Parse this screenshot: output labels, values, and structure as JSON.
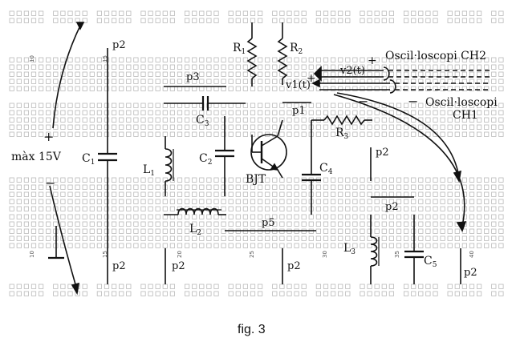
{
  "figure": {
    "caption": "fig. 3",
    "voltage_label": "màx 15V",
    "plus_sign": "+",
    "minus_sign": "−"
  },
  "board": {
    "column_numbers": [
      "10",
      "15",
      "20",
      "25",
      "30",
      "35",
      "40"
    ]
  },
  "components": {
    "R1": "R",
    "R1_sub": "1",
    "R2": "R",
    "R2_sub": "2",
    "R3": "R",
    "R3_sub": "3",
    "C1": "C",
    "C1_sub": "1",
    "C2": "C",
    "C2_sub": "2",
    "C3": "C",
    "C3_sub": "3",
    "C4": "C",
    "C4_sub": "4",
    "C5": "C",
    "C5_sub": "5",
    "L1": "L",
    "L1_sub": "1",
    "L2": "L",
    "L2_sub": "2",
    "L3": "L",
    "L3_sub": "3",
    "BJT": "BJT"
  },
  "points": {
    "p1": "p1",
    "p2": "p2",
    "p3": "p3",
    "p5": "p5"
  },
  "signals": {
    "v1": "v1(t)",
    "v2": "v2(t)"
  },
  "scope": {
    "ch2": "Oscil·loscopi CH2",
    "ch1_line1": "Oscil·loscopi",
    "ch1_line2": "CH1"
  }
}
